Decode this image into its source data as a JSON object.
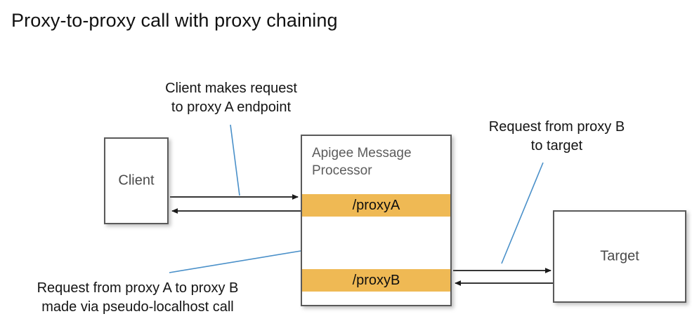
{
  "page": {
    "title": "Proxy-to-proxy call with proxy chaining",
    "background_color": "#ffffff"
  },
  "colors": {
    "accent_orange": "#efb954",
    "node_border": "#5a5a5a",
    "arrow": "#1a1a1a",
    "leader_line": "#4a90c9",
    "text": "#141414",
    "muted_text": "#5c5c5c"
  },
  "nodes": {
    "client": {
      "label": "Client"
    },
    "message_processor": {
      "title": "Apigee Message Processor",
      "bands": [
        {
          "label": "/proxyA"
        },
        {
          "label": "/proxyB"
        }
      ]
    },
    "target": {
      "label": "Target"
    }
  },
  "annotations": [
    {
      "id": "client-request",
      "text": "Client makes request\nto proxy A endpoint"
    },
    {
      "id": "proxyb-to-target",
      "text": "Request from proxy B\nto target"
    },
    {
      "id": "proxy-chaining",
      "text": "Request from proxy A to proxy B\nmade via pseudo-localhost call"
    }
  ],
  "connections": [
    {
      "id": "client-to-proxya",
      "from": "client",
      "to": "/proxyA",
      "direction": "right"
    },
    {
      "id": "proxya-to-client",
      "from": "/proxyA",
      "to": "client",
      "direction": "left"
    },
    {
      "id": "proxyb-to-proxya",
      "from": "/proxyB",
      "to": "/proxyA",
      "direction": "up"
    },
    {
      "id": "proxya-to-proxyb",
      "from": "/proxyA",
      "to": "/proxyB",
      "direction": "down"
    },
    {
      "id": "proxyb-to-target",
      "from": "/proxyB",
      "to": "target",
      "direction": "right"
    },
    {
      "id": "target-to-proxyb",
      "from": "target",
      "to": "/proxyB",
      "direction": "left"
    }
  ]
}
